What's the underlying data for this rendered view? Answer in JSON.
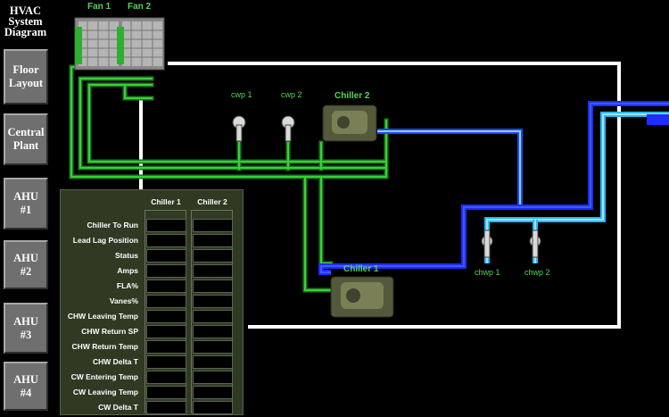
{
  "sidebar": {
    "title": "HVAC\nSystem\nDiagram",
    "buttons": [
      {
        "id": "floor-layout",
        "label": "Floor\nLayout"
      },
      {
        "id": "central-plant",
        "label": "Central\nPlant"
      },
      {
        "id": "ahu-1",
        "label": "AHU\n#1"
      },
      {
        "id": "ahu-2",
        "label": "AHU\n#2"
      },
      {
        "id": "ahu-3",
        "label": "AHU\n#3"
      },
      {
        "id": "ahu-4",
        "label": "AHU\n#4"
      }
    ]
  },
  "equipment": {
    "fan1": "Fan 1",
    "fan2": "Fan 2",
    "cwp1": "cwp 1",
    "cwp2": "cwp 2",
    "chiller2": "Chiller 2",
    "chiller1": "Chiller 1",
    "chwp1": "chwp 1",
    "chwp2": "chwp 2"
  },
  "panel": {
    "columns": [
      "Chiller 1",
      "Chiller 2"
    ],
    "rows": [
      "Chiller To Run",
      "Lead Lag Position",
      "Status",
      "Amps",
      "FLA%",
      "Vanes%",
      "CHW Leaving Temp",
      "CHW Return SP",
      "CHW Return Temp",
      "CHW Delta T",
      "CW Entering Temp",
      "CW Leaving Temp",
      "CW Delta T"
    ]
  },
  "colors": {
    "condenser_water": "#2fae2f",
    "chilled_supply": "#1f3cff",
    "chilled_return": "#4fc3ff",
    "duct": "#ffffff",
    "panel_bg": "#303a23"
  },
  "icons": [
    "fan-icon",
    "pump-icon",
    "chiller-icon",
    "valve-icon"
  ]
}
